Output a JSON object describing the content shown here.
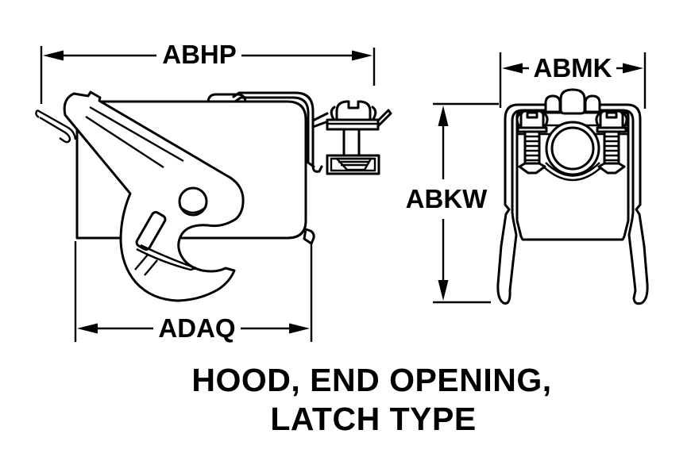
{
  "diagram": {
    "type": "technical-line-drawing",
    "title": {
      "line1": "HOOD, END OPENING,",
      "line2": "LATCH TYPE"
    },
    "dimensions": {
      "abhp": "ABHP",
      "abmk": "ABMK",
      "abkw": "ABKW",
      "adaq": "ADAQ"
    },
    "views": {
      "left": "side view of hood with latch lever and cable clamp",
      "right": "end view of hood with round cable opening, two screws and spring legs"
    },
    "colors": {
      "line": "#000000",
      "background": "#ffffff"
    }
  }
}
